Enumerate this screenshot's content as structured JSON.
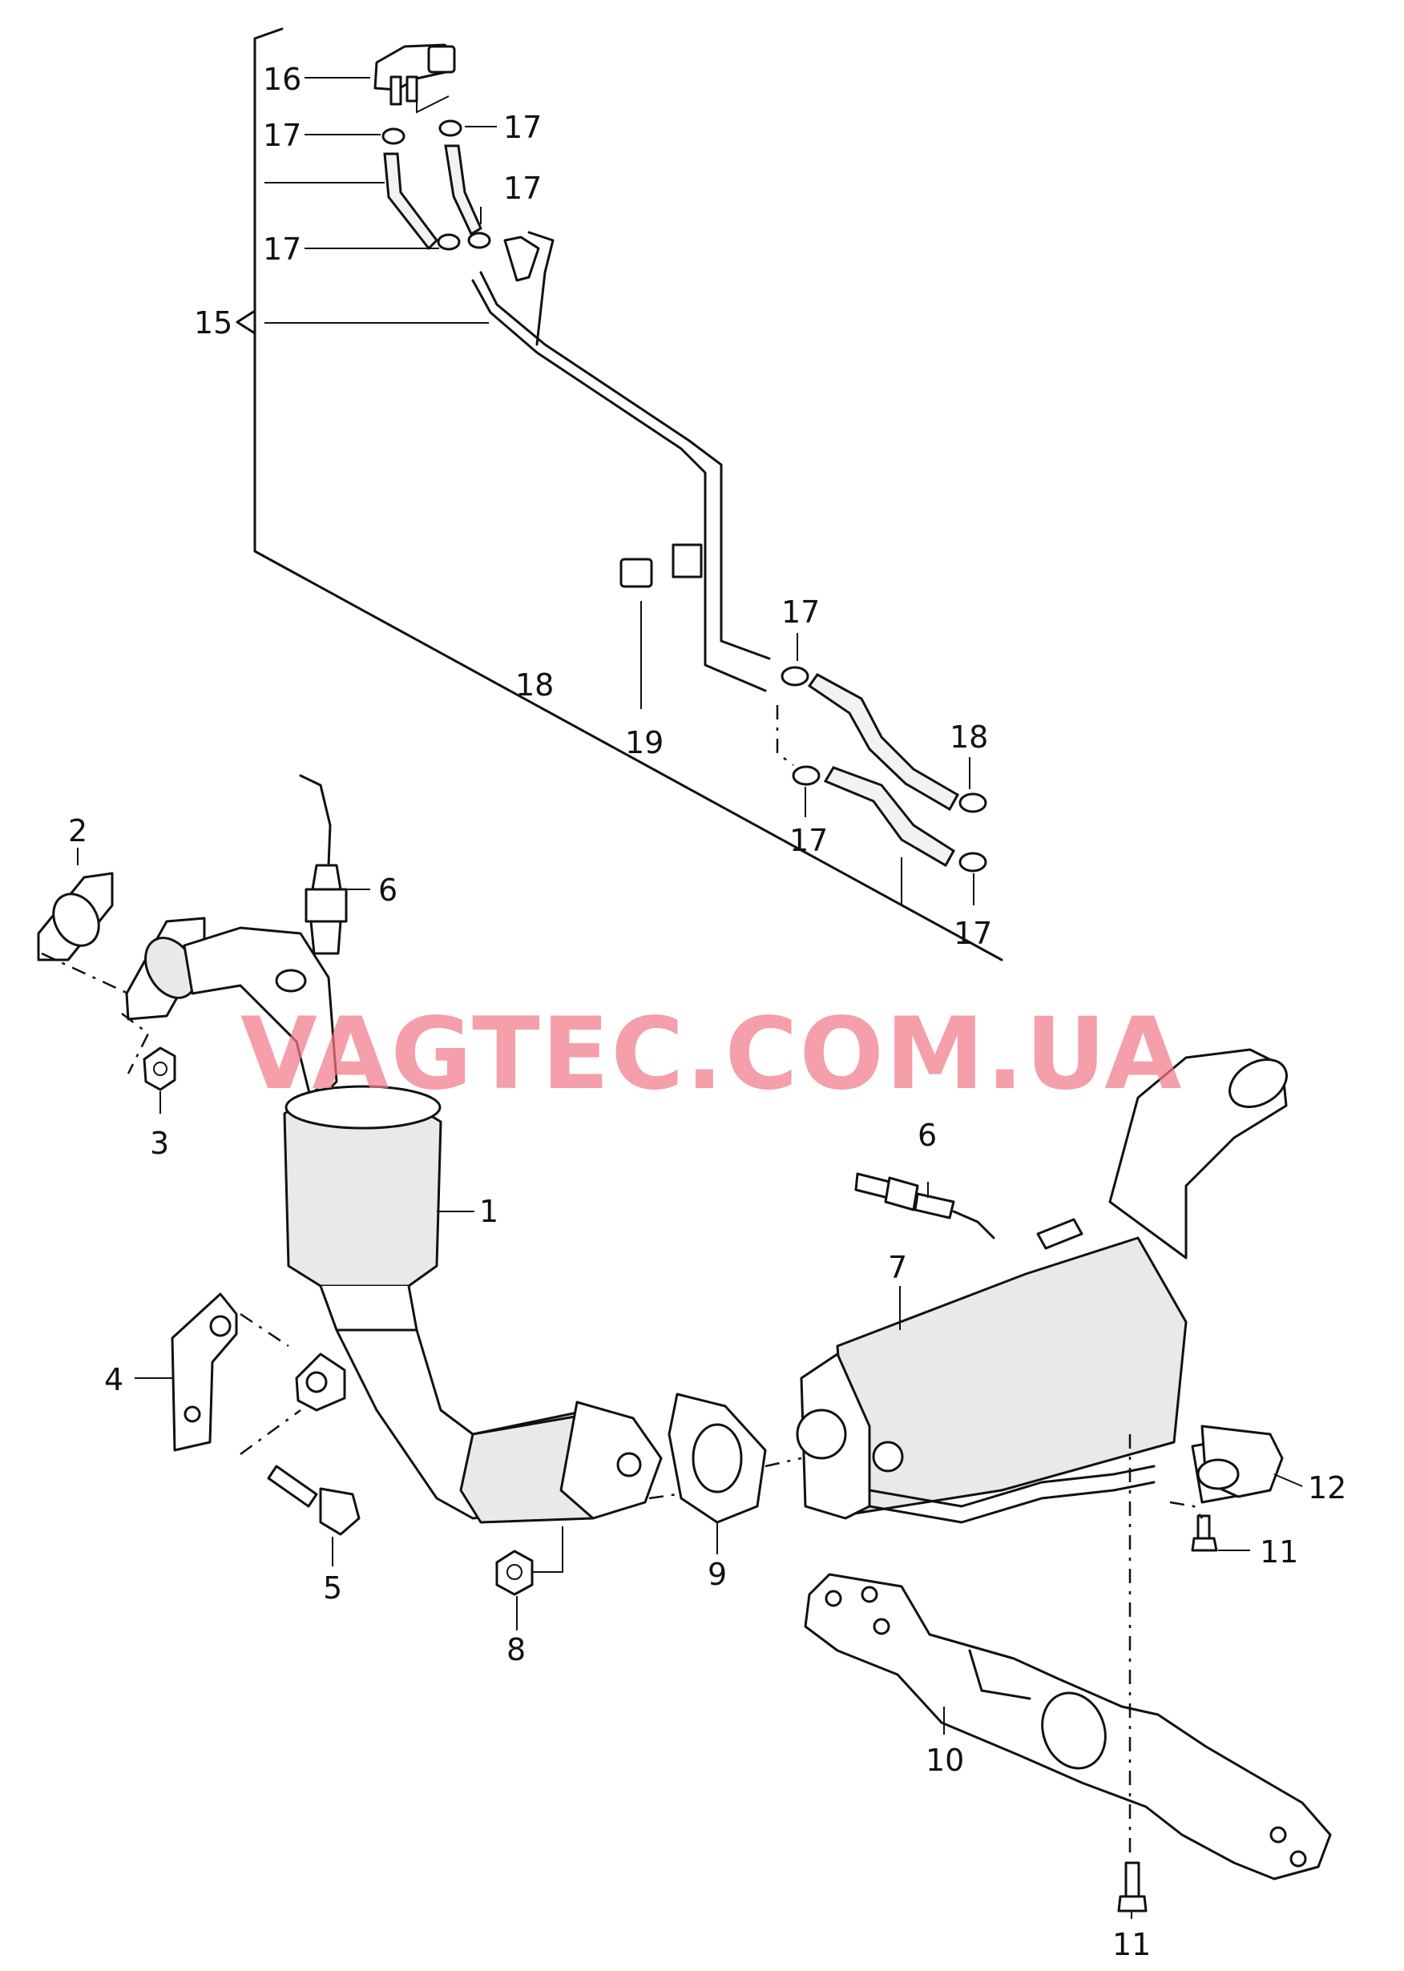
{
  "watermark": "VAGTEC.COM.UA",
  "callouts": [
    {
      "id": "c16",
      "text": "16"
    },
    {
      "id": "c17a",
      "text": "17"
    },
    {
      "id": "c17b",
      "text": "17"
    },
    {
      "id": "c17c",
      "text": "17"
    },
    {
      "id": "c17d",
      "text": "17"
    },
    {
      "id": "c15",
      "text": "15"
    },
    {
      "id": "c18a",
      "text": "18"
    },
    {
      "id": "c19",
      "text": "19"
    },
    {
      "id": "c17e",
      "text": "17"
    },
    {
      "id": "c18b",
      "text": "18"
    },
    {
      "id": "c17f",
      "text": "17"
    },
    {
      "id": "c17g",
      "text": "17"
    },
    {
      "id": "c2",
      "text": "2"
    },
    {
      "id": "c6a",
      "text": "6"
    },
    {
      "id": "c3",
      "text": "3"
    },
    {
      "id": "c1",
      "text": "1"
    },
    {
      "id": "c6b",
      "text": "6"
    },
    {
      "id": "c7",
      "text": "7"
    },
    {
      "id": "c4",
      "text": "4"
    },
    {
      "id": "c12",
      "text": "12"
    },
    {
      "id": "c11a",
      "text": "11"
    },
    {
      "id": "c5",
      "text": "5"
    },
    {
      "id": "c8",
      "text": "8"
    },
    {
      "id": "c9",
      "text": "9"
    },
    {
      "id": "c10",
      "text": "10"
    },
    {
      "id": "c11b",
      "text": "11"
    }
  ]
}
